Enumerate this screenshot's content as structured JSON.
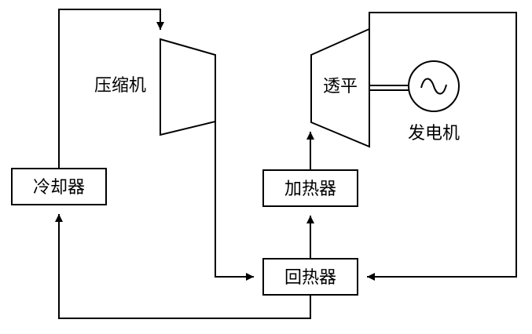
{
  "diagram": {
    "labels": {
      "compressor": "压缩机",
      "turbine": "透平",
      "generator": "发电机",
      "cooler": "冷却器",
      "heater": "加热器",
      "regenerator": "回热器"
    },
    "icons": {
      "generator_symbol": "sine-wave-in-circle"
    },
    "colors": {
      "line": "#000000",
      "background": "#ffffff"
    }
  }
}
